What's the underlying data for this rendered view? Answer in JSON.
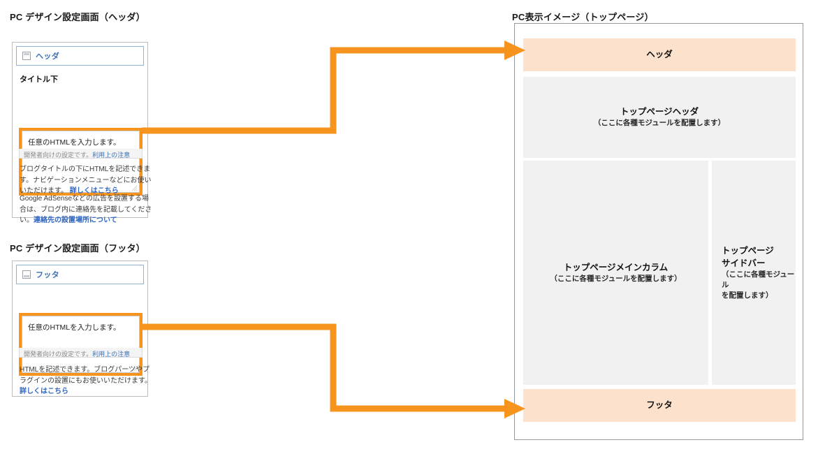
{
  "sections": {
    "header_settings_caption": "PC デザイン設定画面（ヘッダ）",
    "footer_settings_caption": "PC デザイン設定画面（フッタ）",
    "preview_caption": "PC表示イメージ（トップページ）"
  },
  "header_panel": {
    "titlebar_label": "ヘッダ",
    "titlebar_icon": "header-block-icon",
    "field_label": "タイトル下",
    "textarea_value": "任意のHTMLを入力します。",
    "hint_text": "開発者向けの設定です。",
    "hint_link": "利用上の注意",
    "descriptions": [
      {
        "text": "ブログタイトルの下にHTMLを記述できます。ナビゲーションメニューなどにお使いいただけます。 ",
        "link": "詳しくはこちら"
      },
      {
        "text": "Google AdSenseなどの広告を設置する場合は、ブログ内に連絡先を記載してください。",
        "link": "連絡先の設置場所について"
      }
    ]
  },
  "footer_panel": {
    "titlebar_label": "フッタ",
    "titlebar_icon": "footer-block-icon",
    "textarea_value": "任意のHTMLを入力します。",
    "hint_text": "開発者向けの設定です。",
    "hint_link": "利用上の注意",
    "descriptions": [
      {
        "text": "HTMLを記述できます。ブログパーツやプラグインの設置にもお使いいただけます。 ",
        "link": "詳しくはこちら"
      }
    ]
  },
  "preview": {
    "blocks": [
      {
        "name": "header",
        "title": "ヘッダ",
        "sub": "",
        "style": "accent"
      },
      {
        "name": "top-header",
        "title": "トップページヘッダ",
        "sub": "（ここに各種モジュールを配置します）",
        "style": "grey"
      },
      {
        "name": "main-column",
        "title": "トップページメインカラム",
        "sub": "（ここに各種モジュールを配置します）",
        "style": "grey"
      },
      {
        "name": "sidebar",
        "title": "トップページ\nサイドバー",
        "sub": "（ここに各種モジュール\nを配置します）",
        "style": "grey"
      },
      {
        "name": "footer",
        "title": "フッタ",
        "sub": "",
        "style": "accent"
      }
    ]
  },
  "connectors": [
    {
      "name": "header-connector",
      "from": "header-textarea",
      "to": "preview-header-block"
    },
    {
      "name": "footer-connector",
      "from": "footer-textarea",
      "to": "preview-footer-block"
    }
  ],
  "colors": {
    "accent_orange": "#F7941D",
    "block_accent": "#FCE2CC",
    "block_grey": "#F1F1F1",
    "link_blue": "#2F66C4",
    "titlebar_blue": "#3B6FB5"
  }
}
